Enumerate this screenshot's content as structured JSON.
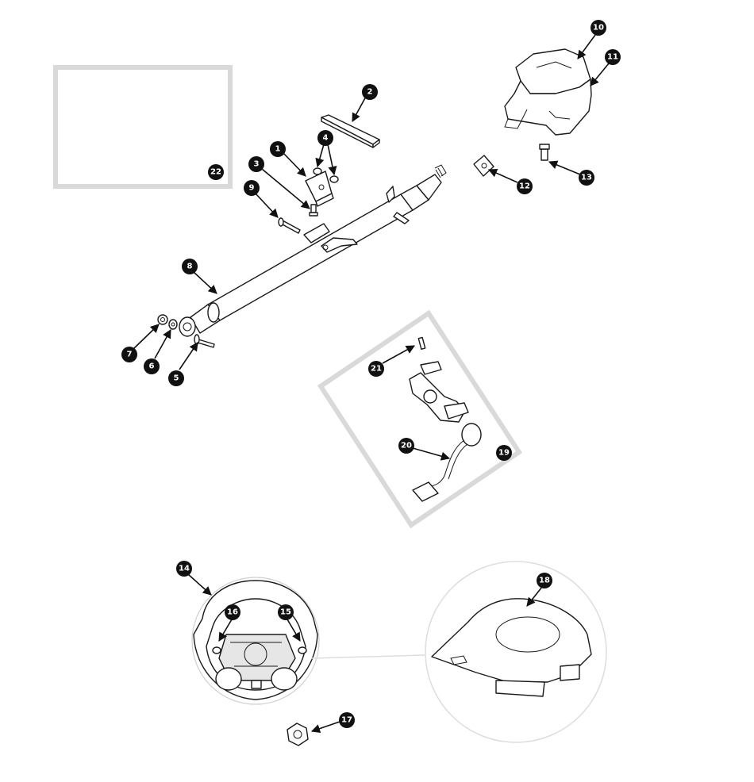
{
  "colors": {
    "callout_fill": "#111111",
    "callout_text": "#ffffff",
    "line": "#1a1a1a",
    "frame": "#d9d9d9",
    "detail_circle": "#dddddd"
  },
  "callouts": {
    "c1": "1",
    "c2": "2",
    "c3": "3",
    "c4": "4",
    "c5": "5",
    "c6": "6",
    "c7": "7",
    "c8": "8",
    "c9": "9",
    "c10": "10",
    "c11": "11",
    "c12": "12",
    "c13": "13",
    "c14": "14",
    "c15": "15",
    "c16": "16",
    "c17": "17",
    "c18": "18",
    "c19": "19",
    "c20": "20",
    "c21": "21",
    "c22": "22"
  }
}
